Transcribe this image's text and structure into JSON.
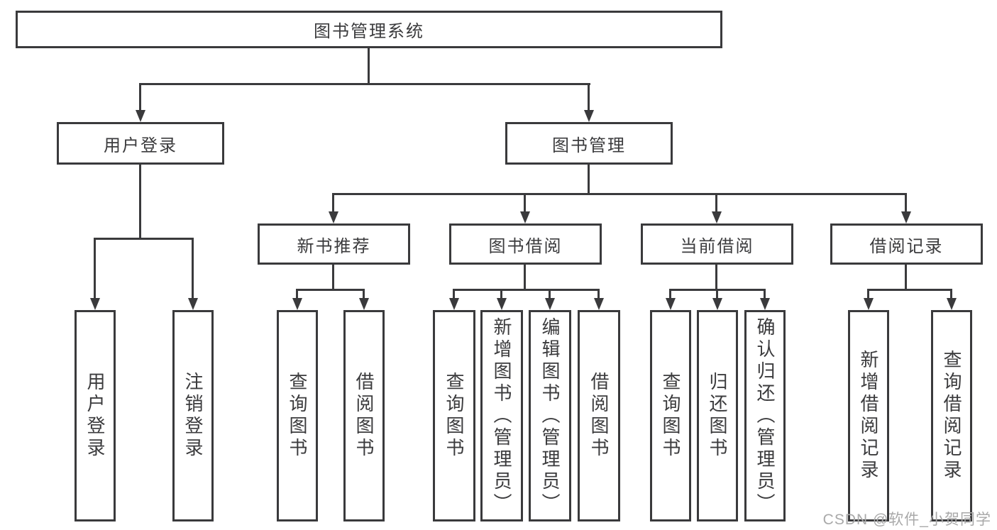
{
  "colors": {
    "line": "#3a3a3c",
    "text": "#3b3b3d",
    "watermark": "#a9a9a9",
    "background": "#ffffff"
  },
  "root": {
    "label": "图书管理系统"
  },
  "branches": {
    "user_login": {
      "label": "用户登录",
      "children": {
        "login": "用户登录",
        "logout": "注销登录"
      }
    },
    "book_management": {
      "label": "图书管理",
      "sections": {
        "new_book_recommend": {
          "label": "新书推荐",
          "children": {
            "query_books": "查询图书",
            "borrow_books": "借阅图书"
          }
        },
        "book_borrowing": {
          "label": "图书借阅",
          "children": {
            "query_books": "查询图书",
            "add_books": "新增图书（管理员）",
            "edit_books": "编辑图书（管理员）",
            "borrow_books": "借阅图书"
          }
        },
        "current_borrowing": {
          "label": "当前借阅",
          "children": {
            "query_books": "查询图书",
            "return_books": "归还图书",
            "confirm_return": "确认归还（管理员）"
          }
        },
        "borrowing_records": {
          "label": "借阅记录",
          "children": {
            "add_record": "新增借阅记录",
            "query_record": "查询借阅记录"
          }
        }
      }
    }
  },
  "watermark": "CSDN @软件_小贺同学"
}
